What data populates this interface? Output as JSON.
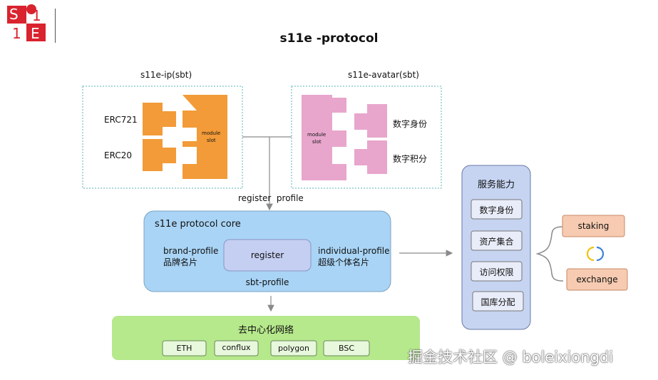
{
  "logo": {
    "chars": [
      "S",
      "1",
      "1",
      "E"
    ]
  },
  "title": "s11e -protocol",
  "ip_panel": {
    "label": "s11e-ip(sbt)",
    "left_labels": [
      "ERC721",
      "ERC20"
    ],
    "slot_label_line1": "module",
    "slot_label_line2": "slot"
  },
  "avatar_panel": {
    "label": "s11e-avatar(sbt)",
    "slot_label_line1": "module",
    "slot_label_line2": "slot",
    "right_labels": [
      "数字身份",
      "数字积分"
    ]
  },
  "arrow_label": "register  profile",
  "core": {
    "title": "s11e protocol core",
    "left_line1": "brand-profile",
    "left_line2": "品牌名片",
    "center": "register",
    "right_line1": "individual-profile",
    "right_line2": "超级个体名片",
    "bottom": "sbt-profile"
  },
  "network": {
    "title": "去中心化网络",
    "chains": [
      "ETH",
      "conflux",
      "polygon",
      "BSC"
    ]
  },
  "services": {
    "title": "服务能力",
    "items": [
      "数字身份",
      "资产集合",
      "访问权限",
      "国库分配"
    ]
  },
  "side": {
    "top": "staking",
    "bottom": "exchange"
  },
  "watermark": "掘金技术社区 @ boleixiongdi",
  "colors": {
    "logo_red": "#d9232e",
    "orange": "#f29b38",
    "pink": "#e8a6cc",
    "core_blue": "#a9d4f5",
    "register_fill": "#c5cff2",
    "network_green": "#b6e88c",
    "chain_fill": "#e8f8dc",
    "services_fill": "#c6d4f2",
    "side_fill": "#f6cbb1",
    "dashed_teal": "#5bb3b8"
  }
}
